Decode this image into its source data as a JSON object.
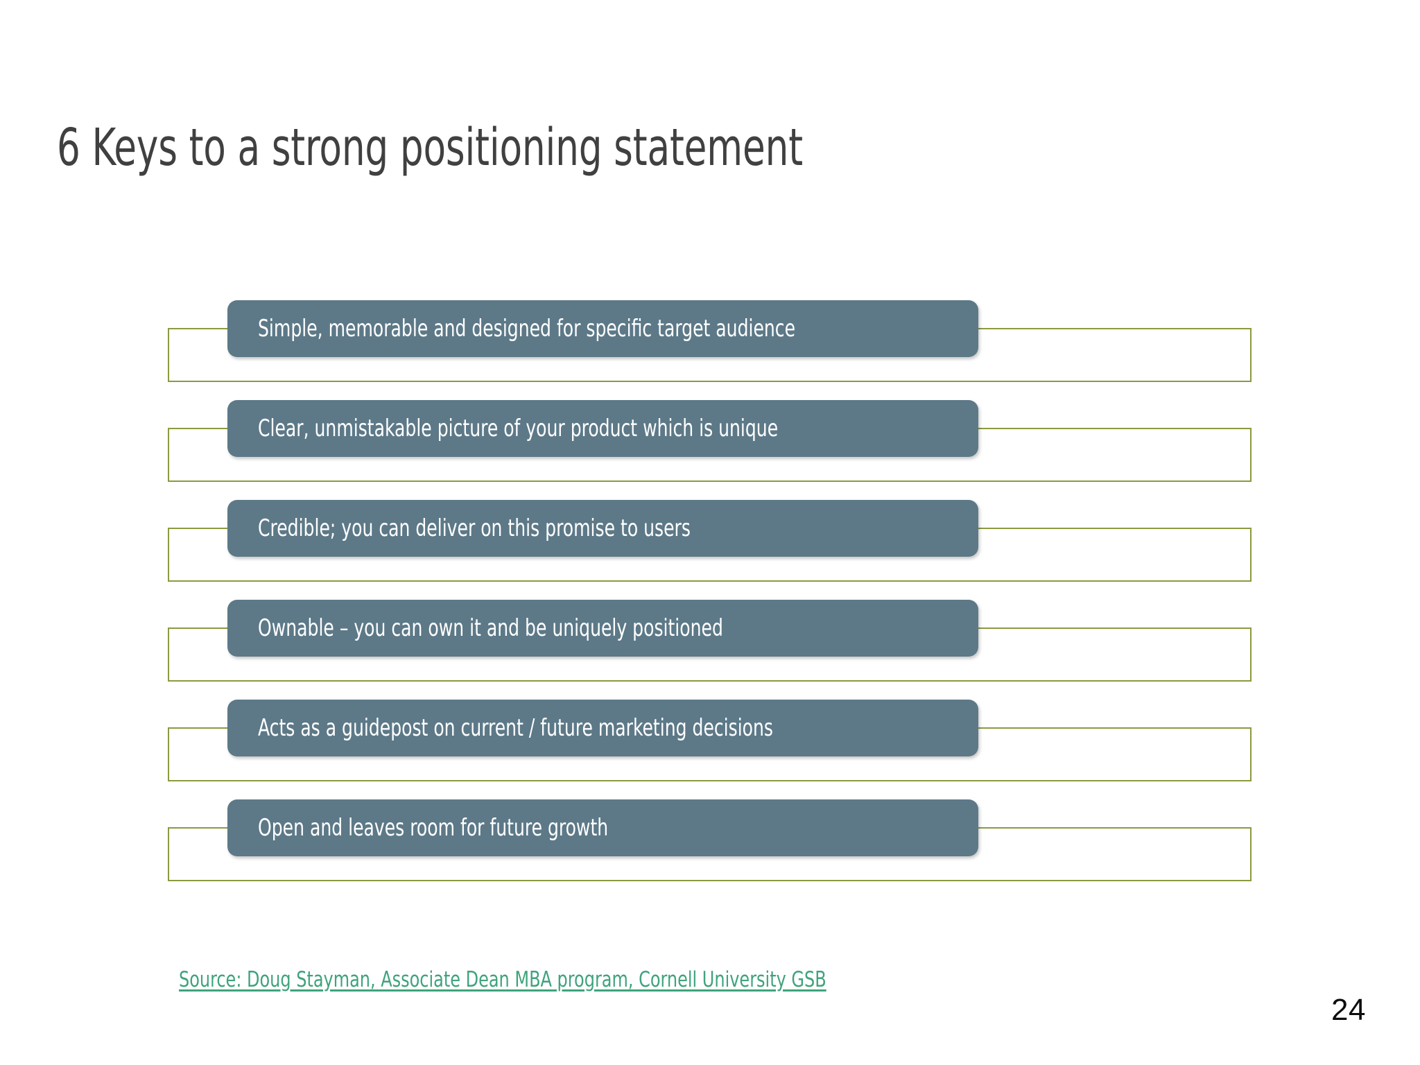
{
  "slide": {
    "title": "6 Keys to a strong positioning statement",
    "page_number": "24",
    "background_color": "#ffffff",
    "title_color": "#404040"
  },
  "theme": {
    "pill_fill": "#5d7988",
    "pill_text": "#ffffff",
    "outline_stroke": "#8a9a3f",
    "link_color": "#3fa37c"
  },
  "keys": [
    {
      "label": "Simple, memorable and designed for  specific target audience"
    },
    {
      "label": "Clear, unmistakable picture of your product which is unique"
    },
    {
      "label": "Credible; you can deliver on this promise to users"
    },
    {
      "label": "Ownable – you can own it and be uniquely positioned"
    },
    {
      "label": "Acts as a guidepost on current / future marketing decisions"
    },
    {
      "label": "Open and leaves room for future growth"
    }
  ],
  "source": {
    "text": "Source: Doug Stayman, Associate Dean MBA program, Cornell University GSB"
  }
}
